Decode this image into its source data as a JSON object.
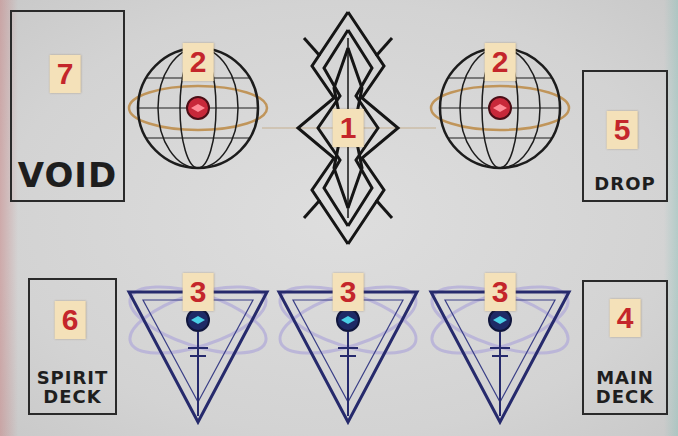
{
  "diagram": {
    "nodes": [
      {
        "text": [
          "7",
          "VOID"
        ]
      },
      {
        "text": [
          "2"
        ]
      },
      {
        "text": [
          "1"
        ]
      },
      {
        "text": [
          "2"
        ]
      },
      {
        "text": [
          "5",
          "DROP"
        ]
      },
      {
        "text": [
          "6",
          "SPIRIT DECK"
        ]
      },
      {
        "text": [
          "3"
        ]
      },
      {
        "text": [
          "3"
        ]
      },
      {
        "text": [
          "3"
        ]
      },
      {
        "text": [
          "4",
          "MAIN DECK"
        ]
      }
    ]
  }
}
